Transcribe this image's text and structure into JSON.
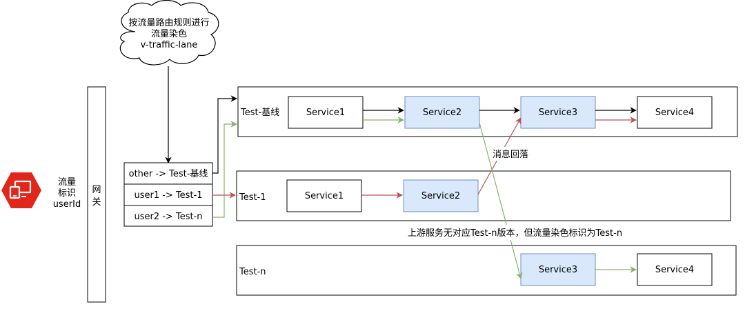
{
  "cloud": {
    "line1": "按流量路由规则进行",
    "line2": "流量染色",
    "line3": "v-traffic-lane"
  },
  "client": {
    "icon": "monitor-devices-icon",
    "label_line1": "流量",
    "label_line2": "标识",
    "label_line3": "userId",
    "icon_color": "#e1261c"
  },
  "gateway": {
    "label_line1": "网",
    "label_line2": "关"
  },
  "router": {
    "rules": [
      "other -> Test-基线",
      "user1 -> Test-1",
      "user2 -> Test-n"
    ]
  },
  "lanes": {
    "baseline": {
      "name": "Test-基线",
      "services": [
        "Service1",
        "Service2",
        "Service3",
        "Service4"
      ]
    },
    "test1": {
      "name": "Test-1",
      "services": [
        "Service1",
        "Service2"
      ]
    },
    "testn": {
      "name": "Test-n",
      "services": [
        "Service3",
        "Service4"
      ]
    }
  },
  "annotations": {
    "fallback": "消息回落",
    "upstream_note": "上游服务无对应Test-n版本，但流量染色标识为Test-n"
  },
  "colors": {
    "service_fill": "#dae8fc",
    "service_stroke": "#6c8ebf",
    "green_flow": "#82b366",
    "red_flow": "#b85450"
  }
}
